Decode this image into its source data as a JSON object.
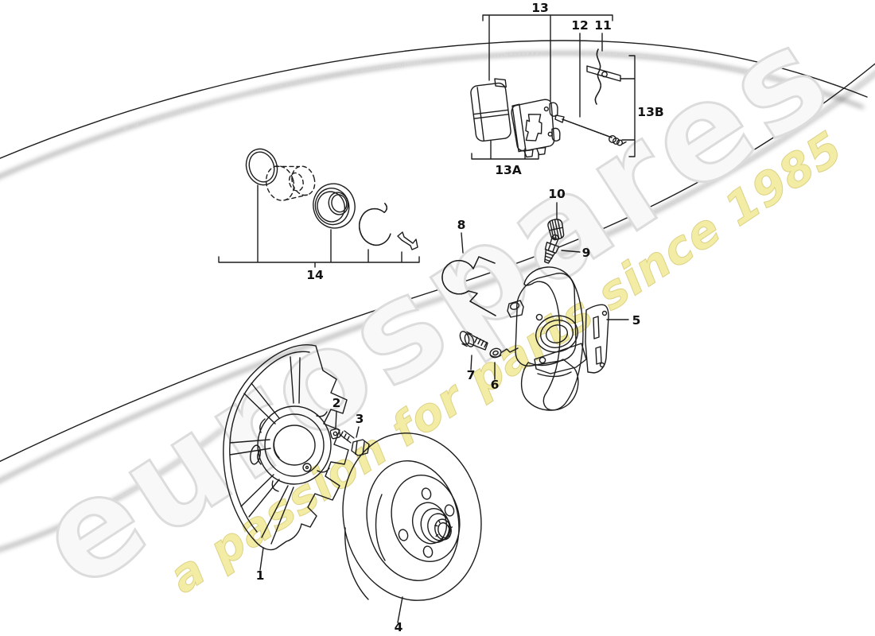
{
  "page": {
    "background_color": "#ffffff"
  },
  "watermark": {
    "brand": "eurospares",
    "tagline": "a passion for parts since 1985",
    "brand_fill": "#f8f8f8",
    "brand_outline": "#dcdcdc",
    "tagline_fill": "#f2eca4",
    "tagline_outline": "#ddd287"
  },
  "diagram": {
    "line_color": "#1c1c1c",
    "leader_color": "#222222",
    "swoosh_color": "#ececec",
    "callouts": [
      {
        "ref": "1"
      },
      {
        "ref": "2"
      },
      {
        "ref": "3"
      },
      {
        "ref": "4"
      },
      {
        "ref": "5"
      },
      {
        "ref": "6"
      },
      {
        "ref": "7"
      },
      {
        "ref": "8"
      },
      {
        "ref": "9"
      },
      {
        "ref": "10"
      },
      {
        "ref": "11"
      },
      {
        "ref": "12"
      },
      {
        "ref": "13"
      },
      {
        "ref": "13A"
      },
      {
        "ref": "13B"
      },
      {
        "ref": "14"
      }
    ]
  }
}
